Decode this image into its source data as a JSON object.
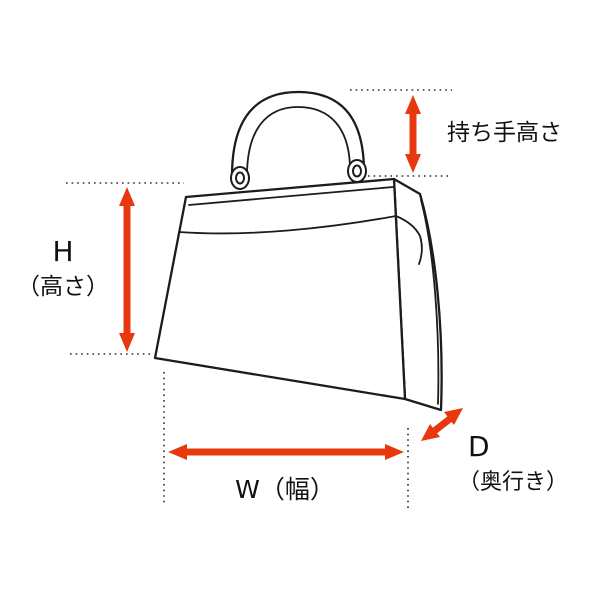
{
  "diagram": {
    "labels": {
      "handle_height": "持ち手高さ",
      "height_letter": "H",
      "height_caption": "（高さ）",
      "width": "W（幅）",
      "depth_letter": "D",
      "depth_caption": "（奥行き）"
    },
    "colors": {
      "arrow_red": "#e8380d",
      "line_black": "#1c1c1c",
      "guide_gray": "#2e2e2e",
      "background": "#ffffff"
    }
  }
}
